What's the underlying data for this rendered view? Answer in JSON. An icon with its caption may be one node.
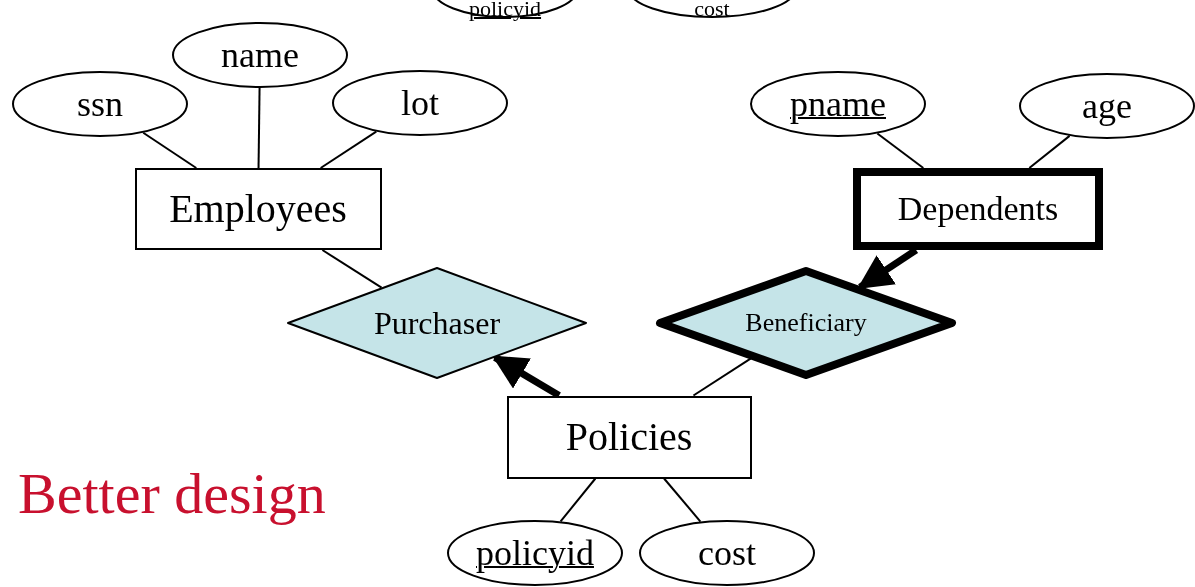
{
  "diagram": {
    "nodes": [
      {
        "text": [
          "ssn"
        ]
      },
      {
        "text": [
          "name"
        ]
      },
      {
        "text": [
          "lot"
        ]
      },
      {
        "text": [
          "Employees"
        ]
      },
      {
        "text": [
          "pname"
        ]
      },
      {
        "text": [
          "age"
        ]
      },
      {
        "text": [
          "Dependents"
        ]
      },
      {
        "text": [
          "Purchaser"
        ]
      },
      {
        "text": [
          "Beneficiary"
        ]
      },
      {
        "text": [
          "Policies"
        ]
      },
      {
        "text": [
          "policyid"
        ]
      },
      {
        "text": [
          "cost"
        ]
      },
      {
        "text": [
          "policyid"
        ]
      },
      {
        "text": [
          "cost"
        ]
      }
    ],
    "edges": [
      {
        "from": 0,
        "to": 3,
        "arrow": "none"
      },
      {
        "from": 1,
        "to": 3,
        "arrow": "none"
      },
      {
        "from": 2,
        "to": 3,
        "arrow": "none"
      },
      {
        "from": 3,
        "to": 7,
        "arrow": "none"
      },
      {
        "from": 4,
        "to": 6,
        "arrow": "none"
      },
      {
        "from": 5,
        "to": 6,
        "arrow": "none"
      },
      {
        "from": 6,
        "to": 8,
        "arrow": "to",
        "style": "thick"
      },
      {
        "from": 9,
        "to": 7,
        "arrow": "to",
        "style": "thick"
      },
      {
        "from": 9,
        "to": 8,
        "arrow": "none"
      },
      {
        "from": 9,
        "to": 10,
        "arrow": "none"
      },
      {
        "from": 9,
        "to": 11,
        "arrow": "none"
      }
    ],
    "labels": [
      "Better design"
    ]
  }
}
